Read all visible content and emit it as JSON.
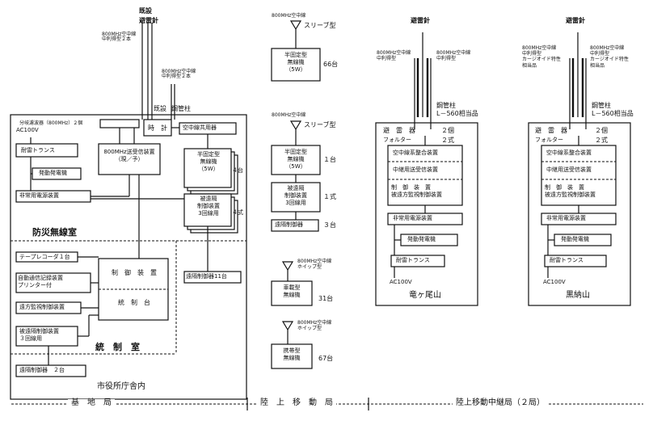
{
  "base": {
    "kisetsu": "既設",
    "lightning_rod": "避雷針",
    "ant_relay2": "800MHz空中線\n中利得型２本",
    "ant_relay2b": "800MHz空中線\n中利得型２本",
    "kisetsu2": "既設",
    "steel_pole": "鋼管柱",
    "ac100v": "AC100V",
    "branch": "分岐濾波器（800MHz）２個",
    "clock": "時　計",
    "transformer": "耐雷トランス",
    "generator": "発動発電機",
    "tx_rx": "800MHz送受信装置\n（現／予）",
    "emergency_power": "非常用電源装置",
    "antenna_share": "空中線共用器",
    "semi_fixed": "半固定型\n無線機\n（5W）",
    "remote_ctrl": "被遠隔\n制御装置\n3回線用",
    "count_4a": "４台",
    "count_4b": "４式",
    "remote_11": "遠隔制御器11台",
    "room_bousai": "防災無線室",
    "tape": "テープレコーダ１台",
    "auto_call": "自動通信記録装置\nプリンター付",
    "remote_monitor": "遠方監視制御装置",
    "remote_ctrl_unit": "被遠隔制御装置\n３回線用",
    "control_unit": "制　御　装　置",
    "console": "統　制　台",
    "room_tousei": "統　制　室",
    "remote_2": "遠隔制御器　２台",
    "city_hall": "市役所庁舎内"
  },
  "mobile": {
    "ant1": "800MHz空中線",
    "sleeve1": "スリーブ型",
    "semi_fixed1": "半固定型\n無線機\n（5W）",
    "count1": "66台",
    "ant2": "800MHz空中線",
    "sleeve2": "スリーブ型",
    "semi_fixed2": "半固定型\n無線機\n（5W）",
    "count2": "１台",
    "remote_ctrl": "被遠隔\n制御装置\n3回線用",
    "count3": "１式",
    "remote": "遠隔制御器",
    "count4": "３台",
    "ant3": "800MHz空中線\nホイップ型",
    "vehicle": "車載型\n無線機",
    "count5": "31台",
    "ant4": "800MHz空中線\nホイップ型",
    "portable": "携帯型\n無線機",
    "count6": "67台"
  },
  "relay1": {
    "lightning_rod": "避雷針",
    "ant_a": "800MHz空中線\n中利得型",
    "ant_b": "800MHz空中線\n中利得型",
    "steel_pole": "鋼管柱\nL－560相当品",
    "lightning_arr": "避　雷　器",
    "filter": "フォルター",
    "count_2a": "２個",
    "count_2b": "２式",
    "total_ctrl": "空中線系整合装置",
    "relay_tx": "中継用送受信装置",
    "ctrl_unit": "制　御　装　置\n被遠方監視制御装置",
    "emergency": "非常用電源装置",
    "generator": "発動発電機",
    "transformer": "耐雷トランス",
    "ac100v": "AC100V",
    "site": "竜ヶ尾山"
  },
  "relay2": {
    "lightning_rod": "避雷針",
    "ant_a": "800MHz空中線\n中利得型\nカージオイド特性\n相当品",
    "ant_b": "800MHz空中線\n中利得型\nカージオイド特性\n相当品",
    "steel_pole": "鋼管柱\nL－560相当品",
    "lightning_arr": "避　雷　器",
    "filter": "フォルター",
    "count_2a": "２個",
    "count_2b": "２式",
    "total_ctrl": "空中線系整合装置",
    "relay_tx": "中継用送受信装置",
    "ctrl_unit": "制　御　装　置\n被遠方監視制御装置",
    "emergency": "非常用電源装置",
    "generator": "発動発電機",
    "transformer": "耐雷トランス",
    "ac100v": "AC100V",
    "site": "黒納山"
  },
  "footer": {
    "base_station": "基　地　局",
    "land_mobile": "陸　上　移　動　局",
    "relay_station": "陸上移動中継局（２局）"
  }
}
